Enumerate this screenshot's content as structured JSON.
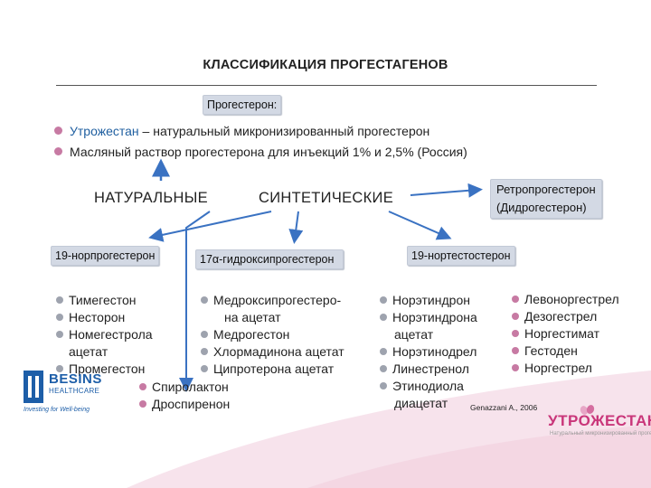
{
  "title": "КЛАССИФИКАЦИЯ ПРОГЕСТАГЕНОВ",
  "top_pill": "Прогестерон:",
  "natural_items": [
    {
      "label_accent": "Утрожестан",
      "label_rest": " – натуральный микронизированный прогестерон"
    },
    {
      "label_accent": "",
      "label_rest": "Масляный раствор прогестерона для инъекций 1% и 2,5% (Россия)"
    }
  ],
  "headings": {
    "natural": "НАТУРАЛЬНЫЕ",
    "synthetic": "СИНТЕТИЧЕСКИЕ"
  },
  "retro": {
    "line1": "Ретропрогестерон",
    "line2": "(Дидрогестерон)"
  },
  "groups": {
    "nor19": "19-норпрогестерон",
    "hydroxy17": "17α-гидроксипрогестерон",
    "nortesto19": "19-нортестостерон"
  },
  "lists": {
    "nor19": [
      "Тимегестон",
      "Несторон",
      "Номегестрола",
      "ацетат",
      "Промегестон"
    ],
    "hydroxy17": [
      "Медроксипрогестеро-",
      "на ацетат",
      "Медрогестон",
      "Хлормадинона ацетат",
      "Ципротерона ацетат"
    ],
    "spiro": [
      "Спиролактон",
      "Дроспиренон"
    ],
    "nortesto_a": [
      "Норэтиндрон",
      "Норэтиндрона",
      "ацетат",
      "Норэтинодрел",
      "Линестренол",
      "Этинодиола",
      "диацетат"
    ],
    "nortesto_b": [
      "Левоноргестрел",
      "Дезогестрел",
      "Норгестимат",
      "Гестоден",
      "Норгестрел"
    ]
  },
  "logo": {
    "name": "BESINS",
    "sub": "HEALTHCARE",
    "tagline": "Investing for Well-being"
  },
  "citation": "Genazzani A., 2006",
  "brand": {
    "name": "УТРОЖЕСТАН",
    "mark": "®",
    "tagline": "Натуральный микронизированный прогестерон"
  },
  "colors": {
    "accent_pink": "#c77aa3",
    "accent_blue": "#1f5fa0",
    "arrow_blue": "#3a72c2",
    "pill_bg": "#d3d9e4",
    "brand_pink": "#c9367a"
  }
}
